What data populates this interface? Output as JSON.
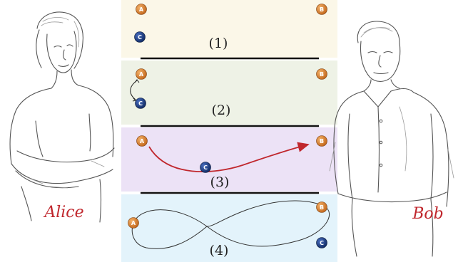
{
  "people": {
    "left_name": "Alice",
    "right_name": "Bob"
  },
  "panels": [
    {
      "label": "(1)",
      "bg": "#fbf7e8"
    },
    {
      "label": "(2)",
      "bg": "#eef2e6"
    },
    {
      "label": "(3)",
      "bg": "#ece2f6"
    },
    {
      "label": "(4)",
      "bg": "#e3f3fb"
    }
  ],
  "nodes": {
    "a_label": "A",
    "b_label": "B",
    "c_label": "C"
  },
  "colors": {
    "node_a": "#d77a22",
    "node_b": "#d77a22",
    "node_c": "#1c3f86",
    "arrow": "#c0272d",
    "divider": "#111111",
    "name": "#c0272d"
  }
}
